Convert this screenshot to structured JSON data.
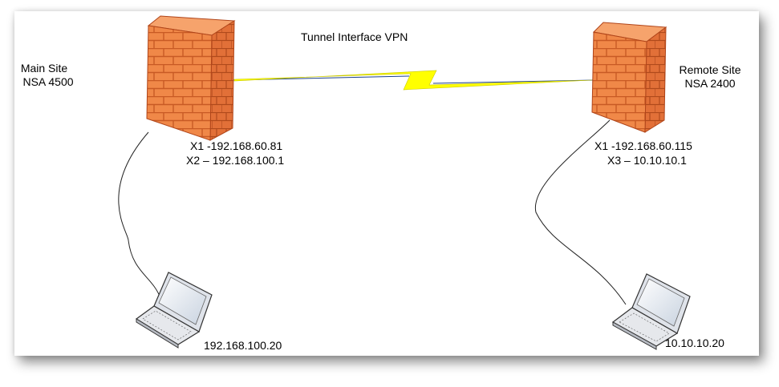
{
  "title": "Tunnel Interface VPN",
  "main_site": {
    "name": "Main Site",
    "model": "NSA 4500",
    "iface_1": "X1 -192.168.60.81",
    "iface_2": "X2 – 192.168.100.1",
    "host_ip": "192.168.100.20"
  },
  "remote_site": {
    "name": "Remote Site",
    "model": "NSA 2400",
    "iface_1": "X1 -192.168.60.115",
    "iface_2": "X3 – 10.10.10.1",
    "host_ip": "10.10.10.20"
  },
  "colors": {
    "firewall_face": "#f08040",
    "firewall_shadow": "#b0451a",
    "vpn_bolt": "#ffff00",
    "vpn_line": "#1a3f8f"
  },
  "icons": {
    "firewall": "firewall-icon",
    "laptop": "laptop-icon",
    "vpn_link": "lightning-bolt-icon"
  }
}
